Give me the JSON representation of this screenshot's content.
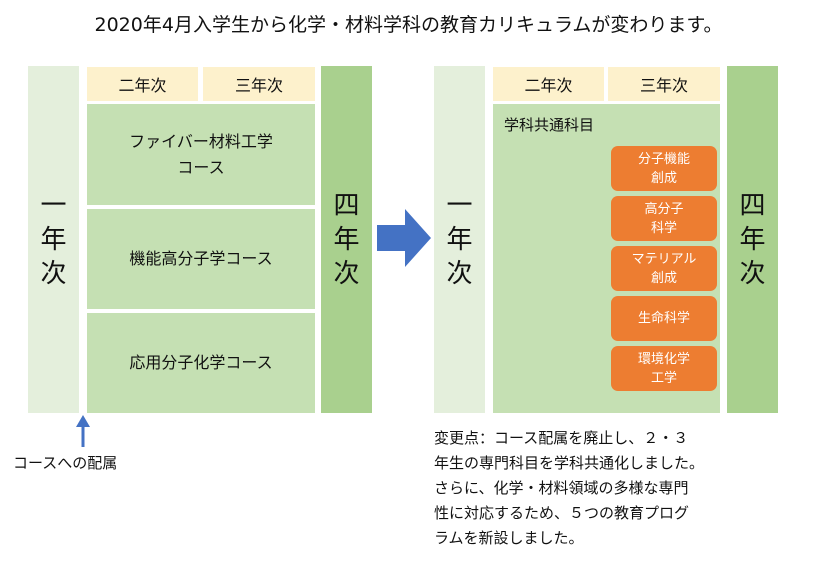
{
  "title": "2020年4月入学生から化学・材料学科の教育カリキュラムが変わります。",
  "before": {
    "year1": [
      "一",
      "年",
      "次"
    ],
    "year4": [
      "四",
      "年",
      "次"
    ],
    "header2": "二年次",
    "header3": "三年次",
    "courses": [
      [
        "ファイバー材料工学",
        "コース"
      ],
      [
        "機能高分子学コース"
      ],
      [
        "応用分子化学コース"
      ]
    ],
    "assign_label": "コースへの配属"
  },
  "after": {
    "year1": [
      "一",
      "年",
      "次"
    ],
    "year4": [
      "四",
      "年",
      "次"
    ],
    "header2": "二年次",
    "header3": "三年次",
    "common_label": "学科共通科目",
    "programs": [
      [
        "分子機能",
        "創成"
      ],
      [
        "高分子",
        "科学"
      ],
      [
        "マテリアル",
        "創成"
      ],
      [
        "生命科学"
      ],
      [
        "環境化学",
        "工学"
      ]
    ]
  },
  "note_lines": [
    "変更点：コース配属を廃止し、２・３",
    "年生の専門科目を学科共通化しました。",
    "さらに、化学・材料領域の多様な専門",
    "性に対応するため、５つの教育プログ",
    "ラムを新設しました。"
  ],
  "colors": {
    "year1_bg": "#e4efdc",
    "year4_bg": "#a9d08e",
    "header_bg": "#fdf1cc",
    "course_bg": "#c5e0b3",
    "program_bg": "#ed7d31",
    "arrow": "#4472c4"
  }
}
